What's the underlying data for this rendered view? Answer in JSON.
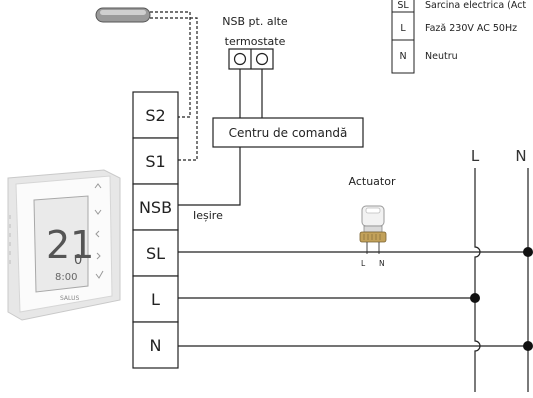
{
  "legend": {
    "rows": [
      {
        "code": "SL",
        "text": "Sarcina electrica (Act"
      },
      {
        "code": "L",
        "text": "Fază 230V AC 50Hz"
      },
      {
        "code": "N",
        "text": "Neutru"
      }
    ]
  },
  "labels": {
    "nsb_other": "NSB pt. alte\ntermostate",
    "control_center": "Centru de comandă",
    "output": "Ieșire",
    "actuator": "Actuator",
    "actuator_pins": [
      "L",
      "N"
    ],
    "rail_L": "L",
    "rail_N": "N"
  },
  "terminals": [
    "S2",
    "S1",
    "NSB",
    "SL",
    "L",
    "N"
  ],
  "thermostat": {
    "brand": "SALUS",
    "display_temp": "21",
    "display_decimal": "0",
    "display_time": "8:00"
  }
}
